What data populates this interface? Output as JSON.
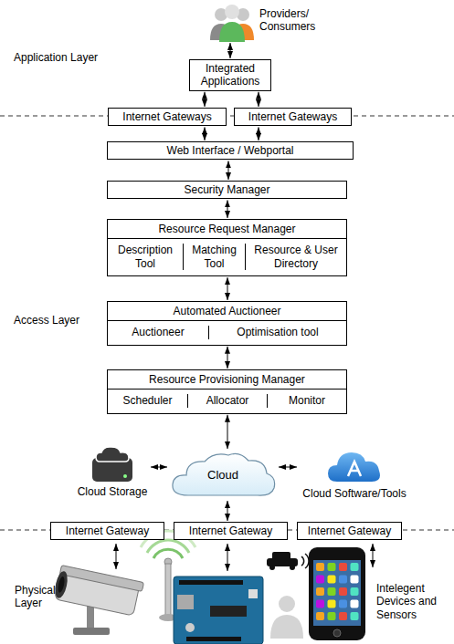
{
  "diagram": {
    "nodes": [
      {
        "text": [
          "Providers/ Consumers"
        ]
      },
      {
        "text": [
          "Integrated Applications"
        ]
      },
      {
        "text": [
          "Internet Gateways"
        ]
      },
      {
        "text": [
          "Internet Gateways"
        ]
      },
      {
        "text": [
          "Web Interface / Webportal"
        ]
      },
      {
        "text": [
          "Security Manager"
        ]
      },
      {
        "text": [
          "Resource Request Manager",
          "Description Tool",
          "Matching Tool",
          "Resource & User Directory"
        ]
      },
      {
        "text": [
          "Automated Auctioneer",
          "Auctioneer",
          "Optimisation tool"
        ]
      },
      {
        "text": [
          "Resource Provisioning Manager",
          "Scheduler",
          "Allocator",
          "Monitor"
        ]
      },
      {
        "text": [
          "Cloud Storage"
        ]
      },
      {
        "text": [
          "Cloud"
        ]
      },
      {
        "text": [
          "Cloud Software/Tools"
        ]
      },
      {
        "text": [
          "Internet Gateway"
        ]
      },
      {
        "text": [
          "Internet Gateway"
        ]
      },
      {
        "text": [
          "Internet Gateway"
        ]
      }
    ],
    "edges": [
      {
        "from": 0,
        "to": 1,
        "arrow": "both"
      },
      {
        "from": 1,
        "to": 2,
        "arrow": "both"
      },
      {
        "from": 1,
        "to": 3,
        "arrow": "both"
      },
      {
        "from": 2,
        "to": 4,
        "arrow": "both"
      },
      {
        "from": 3,
        "to": 4,
        "arrow": "both"
      },
      {
        "from": 4,
        "to": 5,
        "arrow": "both"
      },
      {
        "from": 5,
        "to": 6,
        "arrow": "both"
      },
      {
        "from": 6,
        "to": 7,
        "arrow": "both"
      },
      {
        "from": 7,
        "to": 8,
        "arrow": "both"
      },
      {
        "from": 8,
        "to": 10,
        "arrow": "both"
      },
      {
        "from": 10,
        "to": 9,
        "arrow": "both"
      },
      {
        "from": 10,
        "to": 11,
        "arrow": "both"
      },
      {
        "from": 10,
        "to": 13,
        "arrow": "both"
      }
    ],
    "labels": [
      "Application Layer",
      "Access Layer",
      "Physical Layer",
      "Intelegent Devices and Sensors"
    ]
  }
}
